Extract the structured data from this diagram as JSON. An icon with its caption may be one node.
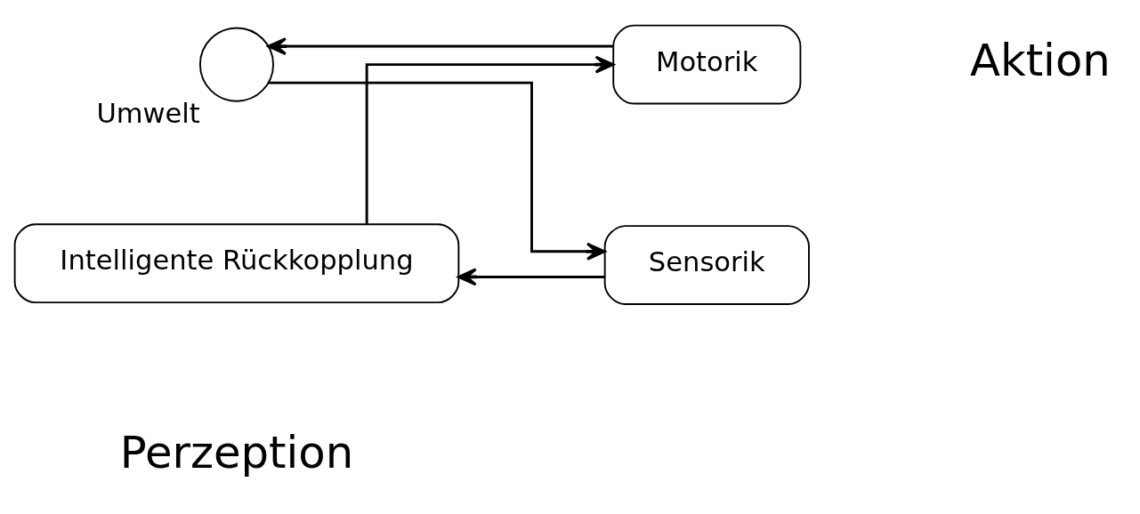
{
  "diagram": {
    "nodes": [
      {
        "text": [
          "Intelligente Rückkopplung"
        ]
      },
      {
        "text": [
          "Sensorik"
        ]
      },
      {
        "text": [
          "Motorik"
        ]
      },
      {
        "text": [],
        "shape": "circle",
        "beside": [
          "Umwelt"
        ]
      }
    ],
    "edges": [
      {
        "from": 1,
        "to": 0,
        "arrow": "to"
      },
      {
        "from": 0,
        "to": 2,
        "arrow": "to"
      },
      {
        "from": 2,
        "to": 3,
        "arrow": "to"
      },
      {
        "from": 3,
        "to": 1,
        "arrow": "to"
      }
    ],
    "labels": [
      "Perzeption",
      "Aktion"
    ]
  }
}
